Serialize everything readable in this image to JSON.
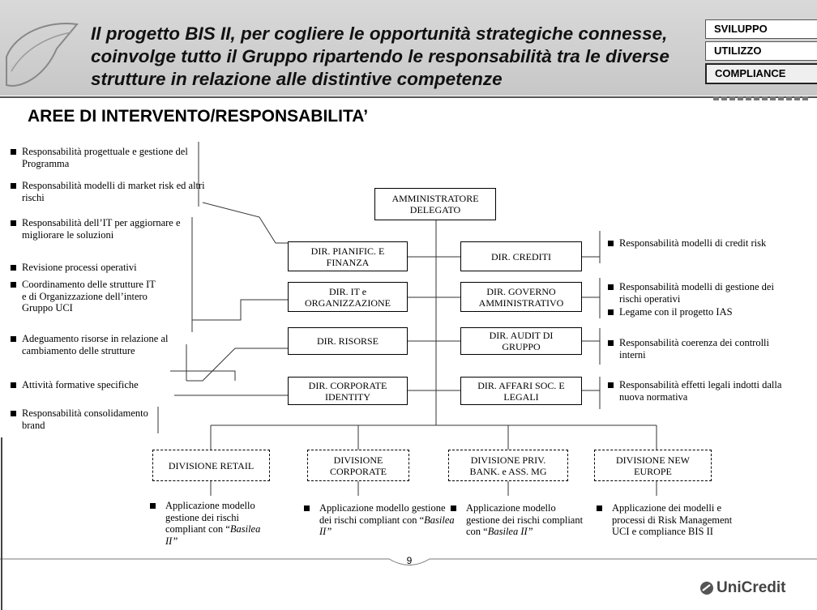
{
  "header": {
    "title": "Il progetto BIS II, per cogliere le opportunità strategiche connesse, coinvolge tutto il Gruppo ripartendo le responsabilità tra le diverse strutture in relazione alle distintive competenze",
    "tabs": [
      "SVILUPPO",
      "UTILIZZO",
      "COMPLIANCE"
    ],
    "active_tab": "COMPLIANCE"
  },
  "section_title": "AREE DI INTERVENTO/RESPONSABILITA’",
  "left_bullets": [
    "Responsabilità progettuale e gestione del Programma",
    "Responsabilità modelli di market risk ed altri rischi",
    "Responsabilità dell’IT per aggiornare e migliorare le soluzioni",
    "Revisione processi operativi",
    "Coordinamento delle strutture IT e di Organizzazione dell’intero Gruppo UCI",
    "Adeguamento risorse in relazione al cambiamento delle strutture",
    "Attività formative specifiche",
    "Responsabilità consolidamento brand"
  ],
  "right_bullets": [
    "Responsabilità modelli di credit risk",
    "Responsabilità modelli di gestione dei rischi operativi",
    "Legame con il progetto IAS",
    "Responsabilità coerenza dei controlli interni",
    "Responsabilità effetti legali indotti dalla nuova normativa"
  ],
  "org": {
    "ceo": "AMMINISTRATORE DELEGATO",
    "left": [
      "DIR. PIANIFIC. E FINANZA",
      "DIR. IT e ORGANIZZAZIONE",
      "DIR. RISORSE",
      "DIR. CORPORATE IDENTITY"
    ],
    "right": [
      "DIR. CREDITI",
      "DIR. GOVERNO AMMINISTRATIVO",
      "DIR. AUDIT DI GRUPPO",
      "DIR. AFFARI SOC. E LEGALI"
    ],
    "divisions": [
      "DIVISIONE RETAIL",
      "DIVISIONE CORPORATE",
      "DIVISIONE PRIV. BANK. e ASS. MG",
      "DIVISIONE NEW EUROPE"
    ]
  },
  "division_bullets": [
    {
      "pre": "Applicazione modello  gestione dei rischi compliant con “",
      "em": "Basilea II”",
      "post": ""
    },
    {
      "pre": "Applicazione modello gestione dei rischi compliant con “",
      "em": "Basilea II”",
      "post": ""
    },
    {
      "pre": "Applicazione modello gestione dei rischi compliant con “",
      "em": "Basilea II”",
      "post": ""
    },
    {
      "pre": "Applicazione dei modelli e processi di Risk Management UCI e compliance BIS II",
      "em": "",
      "post": ""
    }
  ],
  "page_number": "9",
  "brand": "UniCredit"
}
